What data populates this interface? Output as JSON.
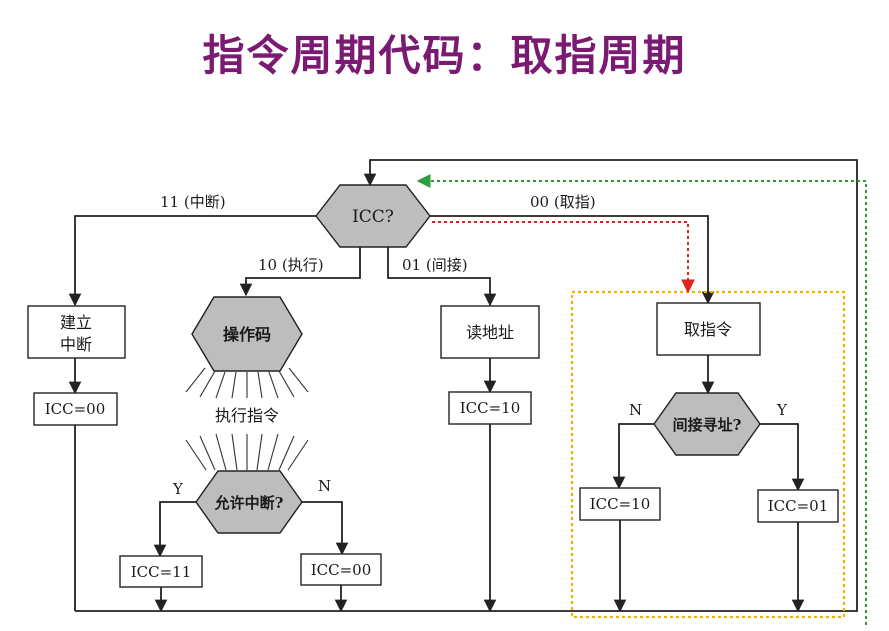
{
  "title": "指令周期代码：取指周期",
  "colors": {
    "title": "#7b1a73",
    "highlight_box": "#f0b400",
    "red_path": "#e0241f",
    "green_path": "#2e9e3c"
  },
  "diagram": {
    "decision_main": "ICC?",
    "branch_interrupt": "11 (中断)",
    "branch_fetch": "00 (取指)",
    "branch_execute": "10 (执行)",
    "branch_indirect": "01 (间接)",
    "box_interrupt": [
      "建立",
      "中断"
    ],
    "box_icc00_left": "ICC=00",
    "hex_opcode": "操作码",
    "execute_label": "执行指令",
    "decision_interrupt": "允许中断?",
    "label_y_left": "Y",
    "label_n_left": "N",
    "box_icc11": "ICC=11",
    "box_icc00_mid": "ICC=00",
    "box_read_addr": "读地址",
    "box_icc10_mid": "ICC=10",
    "box_fetch": "取指令",
    "decision_indirect": "间接寻址?",
    "label_n_right": "N",
    "label_y_right": "Y",
    "box_icc10_right": "ICC=10",
    "box_icc01": "ICC=01"
  }
}
